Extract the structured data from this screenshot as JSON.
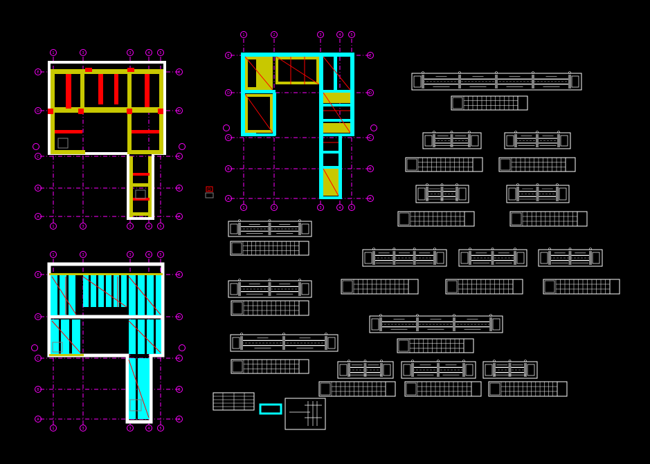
{
  "colors": {
    "background": "#000000",
    "grid_axis": "#ff00ff",
    "wall": "#ffffff",
    "beam_yellow": "#c8c800",
    "column_red": "#ff0000",
    "slab_cyan": "#00ffff",
    "detail_white": "#ffffff",
    "detail_gray": "#808080"
  },
  "plans": {
    "top_left_axes_top": [
      "1",
      "3",
      "3",
      "4",
      "5"
    ],
    "top_left_axes_left": [
      "E",
      "D",
      "C",
      "B",
      "A"
    ],
    "bottom_left_axes_top": [
      "1",
      "3",
      "3",
      "4",
      "5"
    ],
    "bottom_left_axes_left": [
      "E",
      "D",
      "C",
      "B",
      "A"
    ],
    "top_center_axes_top": [
      "1",
      "2",
      "3",
      "4",
      "5"
    ],
    "top_center_axes_left": [
      "E",
      "D",
      "C",
      "B",
      "A"
    ]
  },
  "center_symbol": "Ω"
}
